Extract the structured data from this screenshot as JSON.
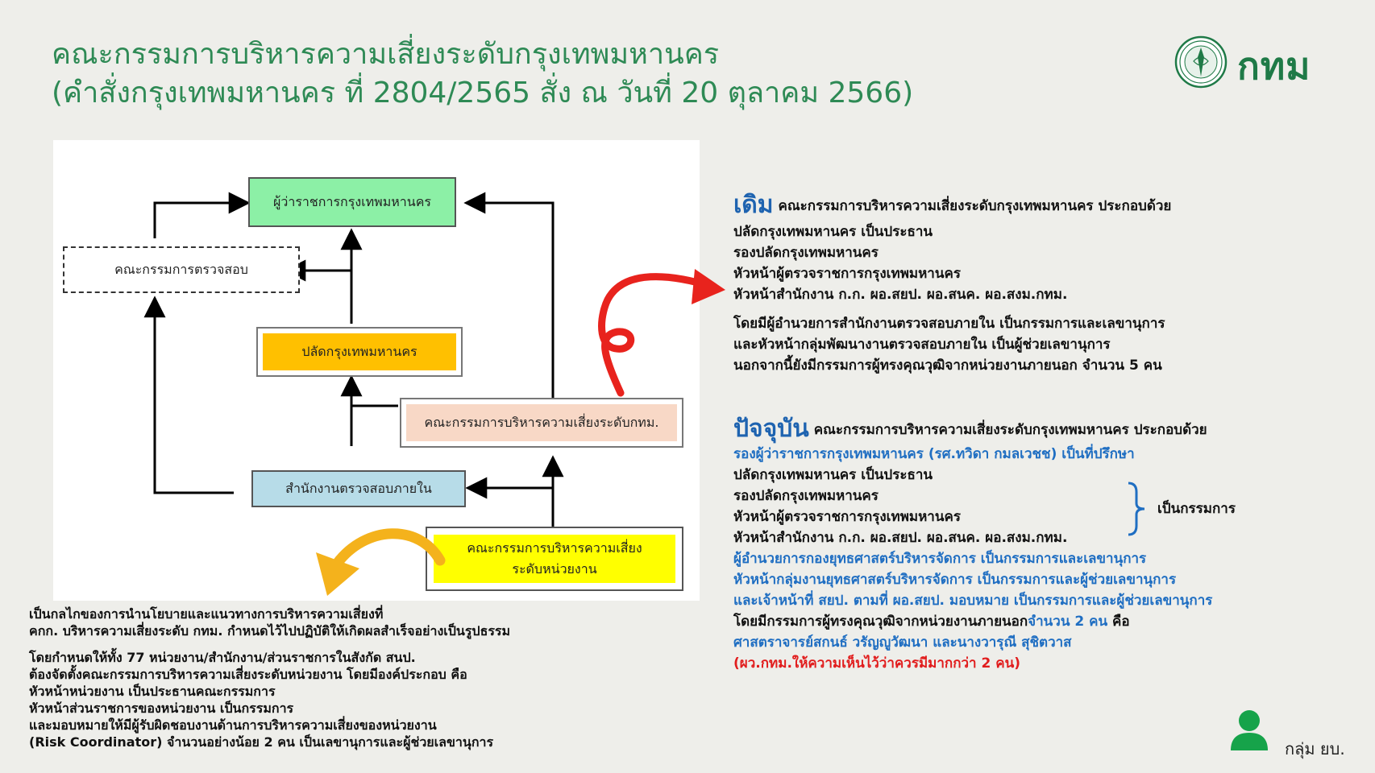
{
  "title": {
    "line1": "คณะกรรมการบริหารความเสี่ยงระดับกรุงเทพมหานคร",
    "line2": "(คำสั่งกรุงเทพมหานคร ที่ 2804/2565 สั่ง ณ วันที่ 20 ตุลาคม 2566)"
  },
  "logo": {
    "text": "กทม"
  },
  "diagram": {
    "governor": "ผู้ว่าราชการกรุงเทพมหานคร",
    "audit_committee": "คณะกรรมการตรวจสอบ",
    "permanent_secretary": "ปลัดกรุงเทพมหานคร",
    "bma_risk_committee": "คณะกรรมการบริหารความเสี่ยงระดับกทม.",
    "internal_audit_office": "สำนักงานตรวจสอบภายใน",
    "unit_risk_committee_1": "คณะกรรมการบริหารความเสี่ยง",
    "unit_risk_committee_2": "ระดับหน่วยงาน"
  },
  "caption_a": [
    "เป็นกลไกของการนำนโยบายและแนวทางการบริหารความเสี่ยงที่",
    "คกก. บริหารความเสี่ยงระดับ กทม. กำหนดไว้ไปปฏิบัติให้เกิดผลสำเร็จอย่างเป็นรูปธรรม"
  ],
  "caption_b": [
    "โดยกำหนดให้ทั้ง 77 หน่วยงาน/สำนักงาน/ส่วนราชการในสังกัด สนป.",
    "ต้องจัดตั้งคณะกรรมการบริหารความเสี่ยงระดับหน่วยงาน โดยมีองค์ประกอบ คือ",
    "หัวหน้าหน่วยงาน เป็นประธานคณะกรรมการ",
    "หัวหน้าส่วนราชการของหน่วยงาน เป็นกรรมการ",
    "และมอบหมายให้มีผู้รับผิดชอบงานด้านการบริหารความเสี่ยงของหน่วยงาน",
    "(Risk Coordinator) จำนวนอย่างน้อย 2 คน เป็นเลขานุการและผู้ช่วยเลขานุการ"
  ],
  "old": {
    "label": "เดิม",
    "heading": "คณะกรรมการบริหารความเสี่ยงระดับกรุงเทพมหานคร ประกอบด้วย",
    "members": [
      "ปลัดกรุงเทพมหานคร เป็นประธาน",
      "รองปลัดกรุงเทพมหานคร",
      "หัวหน้าผู้ตรวจราชการกรุงเทพมหานคร",
      "หัวหน้าสำนักงาน ก.ก. ผอ.สยป. ผอ.สนค. ผอ.สงม.กทม."
    ],
    "notes": [
      "โดยมีผู้อำนวยการสำนักงานตรวจสอบภายใน เป็นกรรมการและเลขานุการ",
      "และหัวหน้ากลุ่มพัฒนางานตรวจสอบภายใน เป็นผู้ช่วยเลขานุการ",
      "นอกจากนี้ยังมีกรรมการผู้ทรงคุณวุฒิจากหน่วยงานภายนอก จำนวน 5 คน"
    ]
  },
  "current": {
    "label": "ปัจจุบัน",
    "heading": "คณะกรรมการบริหารความเสี่ยงระดับกรุงเทพมหานคร ประกอบด้วย",
    "advisor": "รองผู้ว่าราชการกรุงเทพมหานคร (รศ.ทวิดา กมลเวชช) เป็นที่ปรึกษา",
    "members": [
      "ปลัดกรุงเทพมหานคร เป็นประธาน",
      "รองปลัดกรุงเทพมหานคร",
      "หัวหน้าผู้ตรวจราชการกรุงเทพมหานคร",
      "หัวหน้าสำนักงาน ก.ก. ผอ.สยป. ผอ.สนค. ผอ.สงม.กทม."
    ],
    "bracket_label": "เป็นกรรมการ",
    "blue_lines": [
      "ผู้อำนวยการกองยุทธศาสตร์บริหารจัดการ เป็นกรรมการและเลขานุการ",
      "หัวหน้ากลุ่มงานยุทธศาสตร์บริหารจัดการ เป็นกรรมการและผู้ช่วยเลขานุการ",
      "และเจ้าหน้าที่ สยป. ตามที่ ผอ.สยป. มอบหมาย เป็นกรรมการและผู้ช่วยเลขานุการ"
    ],
    "external_prefix": "โดยมีกรรมการผู้ทรงคุณวุฒิจากหน่วยงานภายนอก",
    "external_count": "จำนวน 2 คน",
    "external_suffix": "คือ",
    "experts": "ศาสตราจารย์สกนธ์ วรัญญูวัฒนา และนางวารุณี สุชิตวาส",
    "note": "(ผว.กทม.ให้ความเห็นไว้ว่าควรมีมากกว่า 2 คน)"
  },
  "footer": {
    "label": "กลุ่ม ยบ."
  },
  "colors": {
    "title_green": "#2e8a55",
    "governor_box": "#8cf0a6",
    "secretary_box": "#ffc000",
    "bma_committee_box": "#f8d8c6",
    "audit_box": "#b7dce8",
    "unit_committee_box": "#ffff00",
    "red_arrow": "#e8231d",
    "yellow_arrow": "#f4b21c",
    "blue_text": "#1f6ec2",
    "red_text": "#e11d1d"
  }
}
